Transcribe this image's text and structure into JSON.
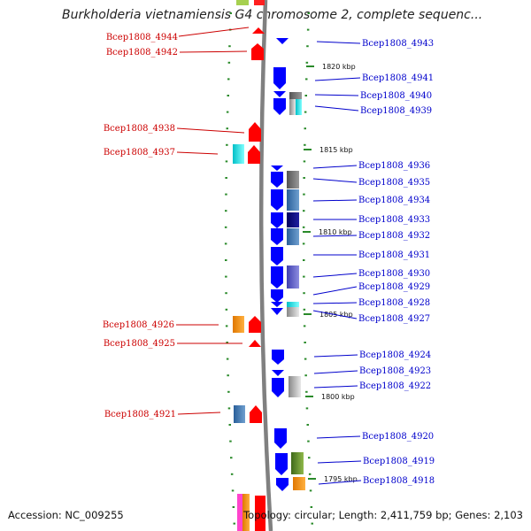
{
  "title": "Burkholderia vietnamiensis G4 chromosome 2, complete sequenc...",
  "footer": {
    "accession": "Accession: NC_009255",
    "summary": "Topology: circular; Length: 2,411,759 bp; Genes: 2,103"
  },
  "kbp_markers": [
    "1820 kbp",
    "1815 kbp",
    "1810 kbp",
    "1805 kbp",
    "1800 kbp",
    "1795 kbp"
  ],
  "left_genes": [
    "Bcep1808_4944",
    "Bcep1808_4942",
    "Bcep1808_4938",
    "Bcep1808_4937",
    "Bcep1808_4926",
    "Bcep1808_4925",
    "Bcep1808_4921"
  ],
  "right_genes": [
    "Bcep1808_4943",
    "Bcep1808_4941",
    "Bcep1808_4940",
    "Bcep1808_4939",
    "Bcep1808_4936",
    "Bcep1808_4935",
    "Bcep1808_4934",
    "Bcep1808_4933",
    "Bcep1808_4932",
    "Bcep1808_4931",
    "Bcep1808_4930",
    "Bcep1808_4929",
    "Bcep1808_4928",
    "Bcep1808_4927",
    "Bcep1808_4924",
    "Bcep1808_4923",
    "Bcep1808_4922",
    "Bcep1808_4920",
    "Bcep1808_4919",
    "Bcep1808_4918"
  ],
  "colors": {
    "forward_strand": "#ff0000",
    "reverse_strand": "#0000ff",
    "backbone": "#808080",
    "tick": "#2a8a2a"
  }
}
